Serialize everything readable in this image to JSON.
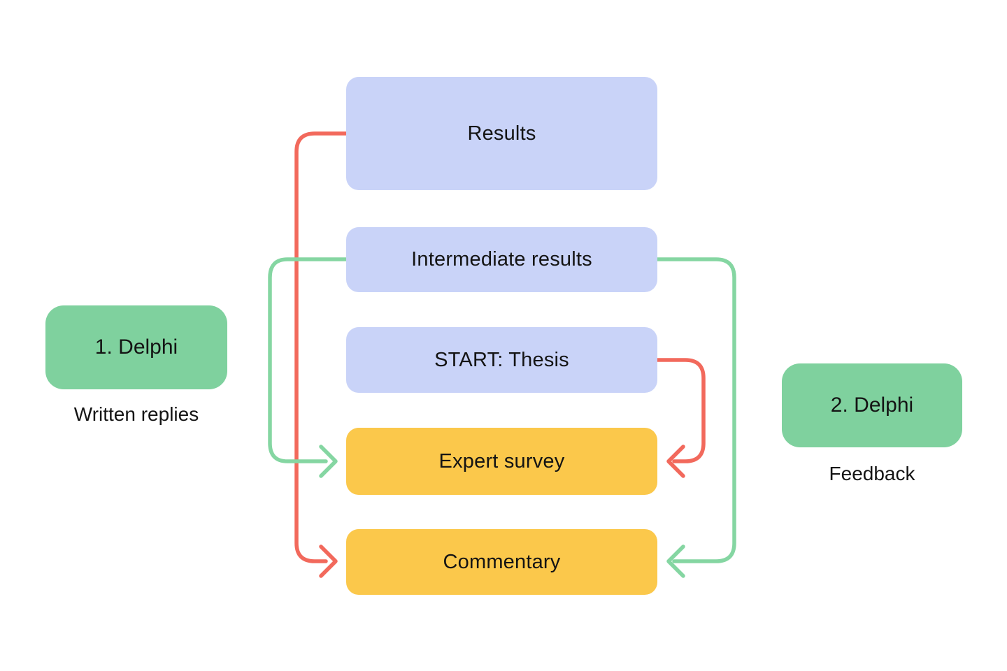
{
  "colors": {
    "background": "#ffffff",
    "text": "#141414",
    "node_blue": "#c9d3f8",
    "node_yellow": "#fbc84b",
    "node_green": "#7fd19e",
    "arrow_red": "#f2695c",
    "arrow_green": "#85d6a2"
  },
  "nodes": {
    "results": {
      "label": "Results"
    },
    "intermediate": {
      "label": "Intermediate results"
    },
    "start": {
      "label": "START: Thesis"
    },
    "survey": {
      "label": "Expert survey"
    },
    "commentary": {
      "label": "Commentary"
    }
  },
  "annotations": {
    "left": {
      "box_label": "1. Delphi",
      "caption": "Written replies"
    },
    "right": {
      "box_label": "2. Delphi",
      "caption": "Feedback"
    }
  },
  "arrows": [
    {
      "from": "Results",
      "to": "Commentary",
      "color": "red",
      "side": "left"
    },
    {
      "from": "Intermediate results",
      "to": "Expert survey",
      "color": "green",
      "side": "left"
    },
    {
      "from": "START: Thesis",
      "to": "Expert survey",
      "color": "red",
      "side": "right"
    },
    {
      "from": "Intermediate results",
      "to": "Commentary",
      "color": "green",
      "side": "right"
    }
  ]
}
